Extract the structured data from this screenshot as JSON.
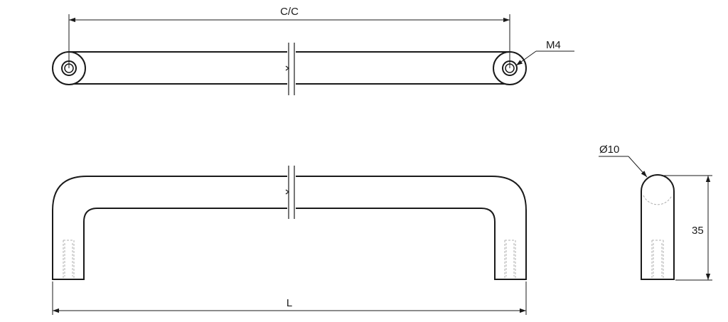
{
  "drawing": {
    "dimensions": {
      "center_to_center": "C/C",
      "thread": "M4",
      "diameter": "Ø10",
      "height": "35",
      "length": "L"
    },
    "colors": {
      "line": "#1a1a1a",
      "hidden": "#b0b0b0",
      "background": "#ffffff"
    }
  }
}
